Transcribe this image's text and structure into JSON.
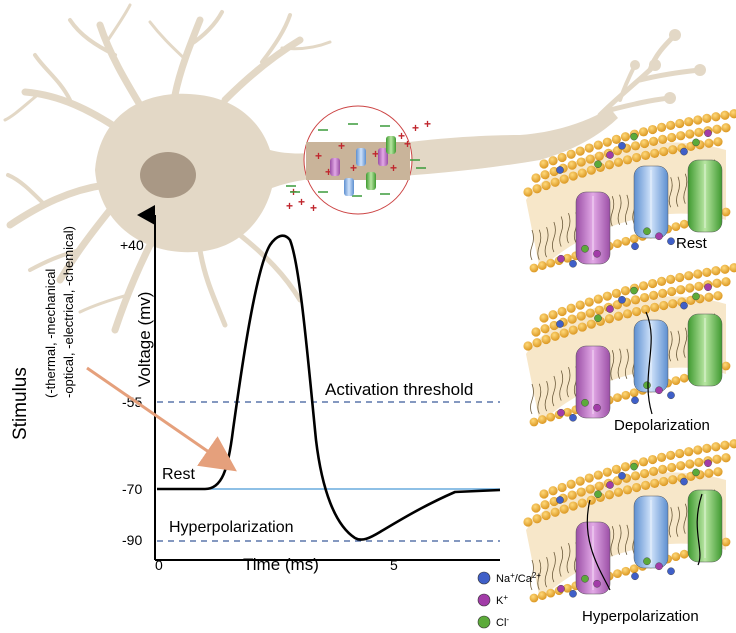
{
  "plot": {
    "y_axis_label": "Voltage (mv)",
    "x_axis_label": "Time (ms)",
    "y_ticks": [
      "+40",
      "-55",
      "-70",
      "-90"
    ],
    "x_ticks": [
      "0",
      "5"
    ],
    "lines": {
      "activation_threshold": "Activation threshold",
      "rest": "Rest",
      "hyperpolarization": "Hyperpolarization"
    }
  },
  "stimulus": {
    "title": "Stimulus",
    "line1": "(-thermal, -mechanical",
    "line2": "-optical, -electrical, -chemical)"
  },
  "membrane_panels": [
    {
      "label": "Rest"
    },
    {
      "label": "Depolarization"
    },
    {
      "label": "Hyperpolarization"
    }
  ],
  "legend": [
    {
      "base": "Na",
      "sup1": "+",
      "mid": "/Ca",
      "sup2": "2+",
      "color": "#3f5fc8"
    },
    {
      "base": "K",
      "sup1": "+",
      "mid": "",
      "sup2": "",
      "color": "#a23ca8"
    },
    {
      "base": "Cl",
      "sup1": "-",
      "mid": "",
      "sup2": "",
      "color": "#5caa3a"
    }
  ],
  "colors": {
    "neuron": "#e3d8c6",
    "nucleus": "#a99885",
    "lipid_head": "#f2b43a",
    "channel_purple": "#c77fcf",
    "channel_blue": "#8fb8ea",
    "channel_green": "#6fbf4f",
    "trace": "#000000",
    "rest_line": "#4a9ad8",
    "threshold_line": "#3a5a9a",
    "stimulus_arrow": "#e5a07c"
  }
}
